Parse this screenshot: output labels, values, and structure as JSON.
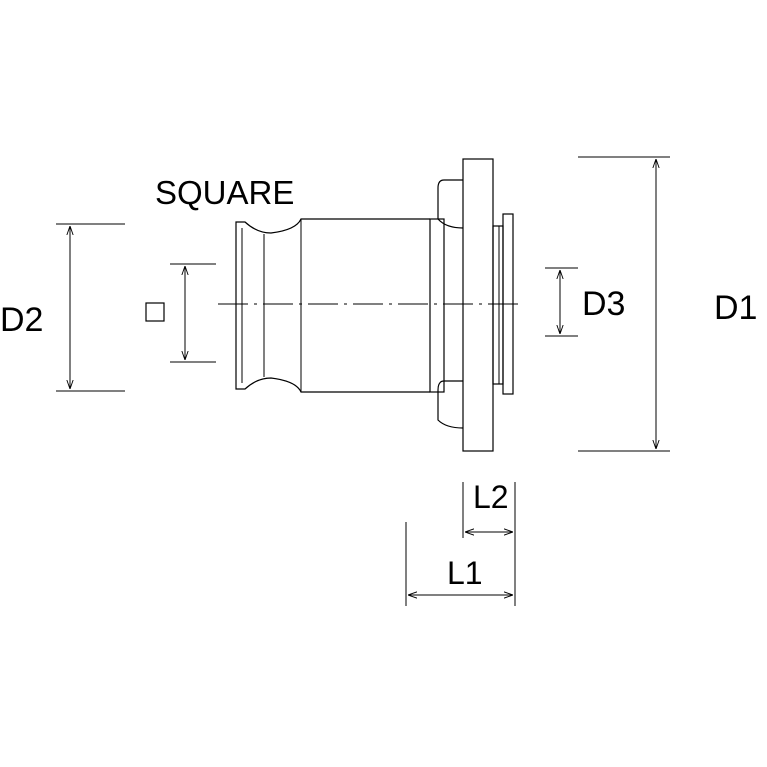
{
  "labels": {
    "square": "SQUARE",
    "d1": "D1",
    "d2": "D2",
    "d3": "D3",
    "l1": "L1",
    "l2": "L2"
  }
}
